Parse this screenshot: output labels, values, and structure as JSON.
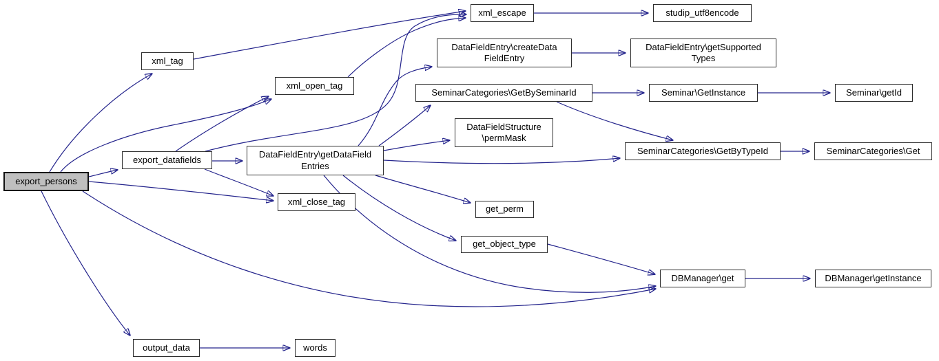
{
  "diagram": {
    "kind": "doxygen-call-graph",
    "root_function": "export_persons",
    "colors": {
      "edge": "#24248c",
      "node_fill": "#ffffff",
      "node_border": "#2e2e2e",
      "highlight_fill": "#bfbfbf",
      "text": "#000000",
      "background": "#ffffff"
    },
    "nodes": [
      {
        "id": "export_persons",
        "highlighted": true,
        "lines": [
          "export_persons"
        ]
      },
      {
        "id": "xml_tag",
        "highlighted": false,
        "lines": [
          "xml_tag"
        ]
      },
      {
        "id": "xml_open_tag",
        "highlighted": false,
        "lines": [
          "xml_open_tag"
        ]
      },
      {
        "id": "xml_escape",
        "highlighted": false,
        "lines": [
          "xml_escape"
        ]
      },
      {
        "id": "studip_utf8encode",
        "highlighted": false,
        "lines": [
          "studip_utf8encode"
        ]
      },
      {
        "id": "createDataFieldEntry",
        "highlighted": false,
        "lines": [
          "DataFieldEntry\\createData",
          "FieldEntry"
        ]
      },
      {
        "id": "getSupportedTypes",
        "highlighted": false,
        "lines": [
          "DataFieldEntry\\getSupported",
          "Types"
        ]
      },
      {
        "id": "GetBySeminarId",
        "highlighted": false,
        "lines": [
          "SeminarCategories\\GetBySeminarId"
        ]
      },
      {
        "id": "GetInstance",
        "highlighted": false,
        "lines": [
          "Seminar\\GetInstance"
        ]
      },
      {
        "id": "getId",
        "highlighted": false,
        "lines": [
          "Seminar\\getId"
        ]
      },
      {
        "id": "permMask",
        "highlighted": false,
        "lines": [
          "DataFieldStructure",
          "\\permMask"
        ]
      },
      {
        "id": "GetByTypeId",
        "highlighted": false,
        "lines": [
          "SeminarCategories\\GetByTypeId"
        ]
      },
      {
        "id": "SeminarCategoriesGet",
        "highlighted": false,
        "lines": [
          "SeminarCategories\\Get"
        ]
      },
      {
        "id": "export_datafields",
        "highlighted": false,
        "lines": [
          "export_datafields"
        ]
      },
      {
        "id": "getDataFieldEntries",
        "highlighted": false,
        "lines": [
          "DataFieldEntry\\getDataField",
          "Entries"
        ]
      },
      {
        "id": "xml_close_tag",
        "highlighted": false,
        "lines": [
          "xml_close_tag"
        ]
      },
      {
        "id": "get_perm",
        "highlighted": false,
        "lines": [
          "get_perm"
        ]
      },
      {
        "id": "get_object_type",
        "highlighted": false,
        "lines": [
          "get_object_type"
        ]
      },
      {
        "id": "DBManagerGet",
        "highlighted": false,
        "lines": [
          "DBManager\\get"
        ]
      },
      {
        "id": "DBManagerGetInstance",
        "highlighted": false,
        "lines": [
          "DBManager\\getInstance"
        ]
      },
      {
        "id": "output_data",
        "highlighted": false,
        "lines": [
          "output_data"
        ]
      },
      {
        "id": "words",
        "highlighted": false,
        "lines": [
          "words"
        ]
      }
    ],
    "edges": [
      {
        "from": "export_persons",
        "to": "xml_tag"
      },
      {
        "from": "export_persons",
        "to": "xml_open_tag"
      },
      {
        "from": "export_persons",
        "to": "export_datafields"
      },
      {
        "from": "export_persons",
        "to": "xml_close_tag"
      },
      {
        "from": "export_persons",
        "to": "DBManagerGet"
      },
      {
        "from": "export_persons",
        "to": "output_data"
      },
      {
        "from": "export_datafields",
        "to": "xml_open_tag"
      },
      {
        "from": "export_datafields",
        "to": "xml_escape"
      },
      {
        "from": "export_datafields",
        "to": "getDataFieldEntries"
      },
      {
        "from": "export_datafields",
        "to": "xml_close_tag"
      },
      {
        "from": "getDataFieldEntries",
        "to": "createDataFieldEntry"
      },
      {
        "from": "getDataFieldEntries",
        "to": "GetBySeminarId"
      },
      {
        "from": "getDataFieldEntries",
        "to": "permMask"
      },
      {
        "from": "getDataFieldEntries",
        "to": "GetByTypeId"
      },
      {
        "from": "getDataFieldEntries",
        "to": "get_perm"
      },
      {
        "from": "getDataFieldEntries",
        "to": "get_object_type"
      },
      {
        "from": "getDataFieldEntries",
        "to": "DBManagerGet"
      },
      {
        "from": "GetBySeminarId",
        "to": "GetInstance"
      },
      {
        "from": "GetBySeminarId",
        "to": "GetByTypeId"
      },
      {
        "from": "GetInstance",
        "to": "getId"
      },
      {
        "from": "GetByTypeId",
        "to": "SeminarCategoriesGet"
      },
      {
        "from": "createDataFieldEntry",
        "to": "getSupportedTypes"
      },
      {
        "from": "xml_escape",
        "to": "studip_utf8encode"
      },
      {
        "from": "xml_tag",
        "to": "xml_escape"
      },
      {
        "from": "xml_open_tag",
        "to": "xml_escape"
      },
      {
        "from": "get_object_type",
        "to": "DBManagerGet"
      },
      {
        "from": "DBManagerGet",
        "to": "DBManagerGetInstance"
      },
      {
        "from": "output_data",
        "to": "words"
      }
    ]
  }
}
